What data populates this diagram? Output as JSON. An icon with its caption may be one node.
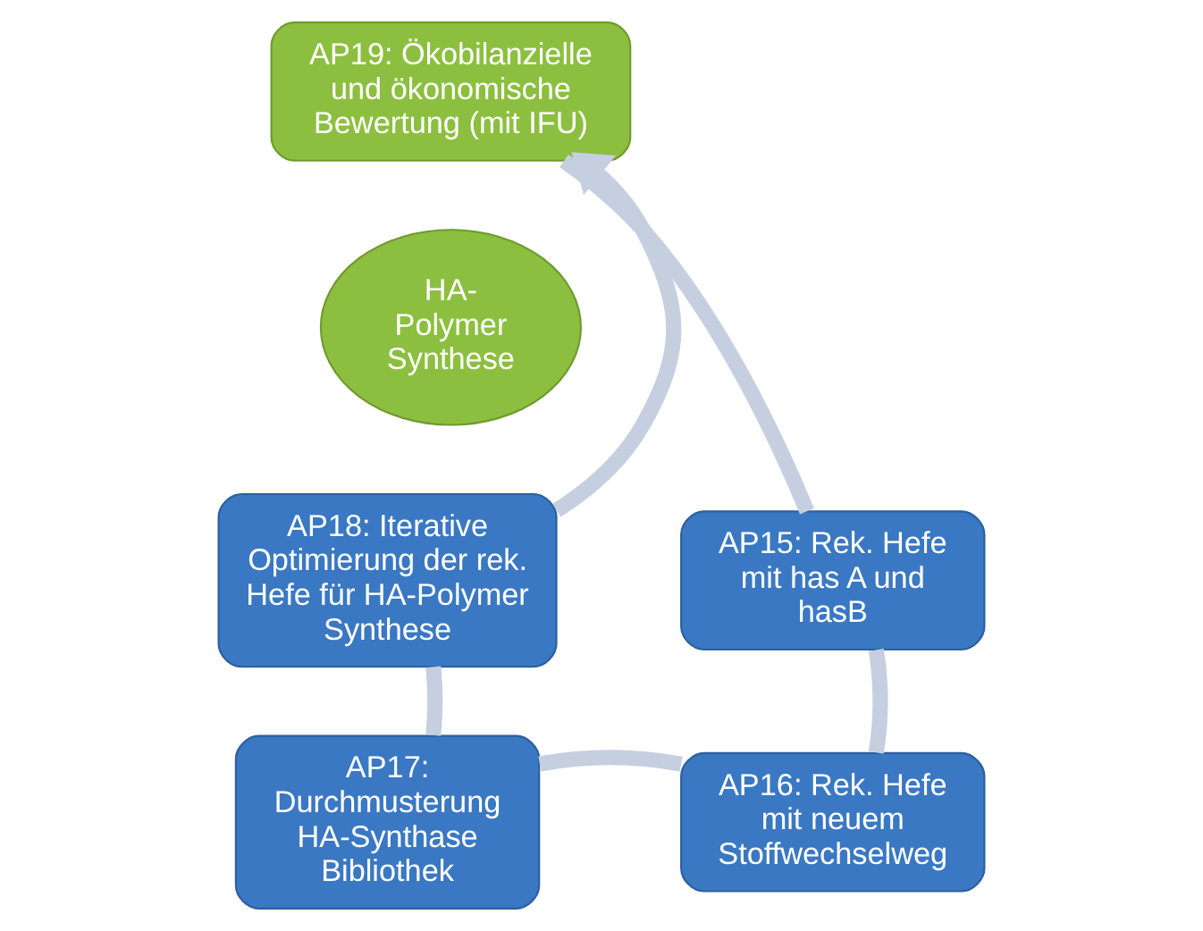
{
  "diagram": {
    "nodes": [
      {
        "text": [
          "AP19: Ökobilanzielle und ökonomische Bewertung (mit IFU)"
        ]
      },
      {
        "text": [
          "HA- Polymer Synthese"
        ]
      },
      {
        "text": [
          "AP15: Rek. Hefe mit has A und hasB"
        ]
      },
      {
        "text": [
          "AP16: Rek. Hefe mit neuem Stoffwechselweg"
        ]
      },
      {
        "text": [
          "AP17: Durchmusterung HA-Synthase Bibliothek"
        ]
      },
      {
        "text": [
          "AP18: Iterative Optimierung der rek. Hefe für HA-Polymer Synthese"
        ]
      }
    ],
    "edges": [
      {
        "from": 0,
        "to": 2,
        "arrow": "none"
      },
      {
        "from": 2,
        "to": 3,
        "arrow": "none"
      },
      {
        "from": 3,
        "to": 4,
        "arrow": "none"
      },
      {
        "from": 4,
        "to": 5,
        "arrow": "none"
      },
      {
        "from": 5,
        "to": 0,
        "arrow": "to"
      }
    ]
  }
}
